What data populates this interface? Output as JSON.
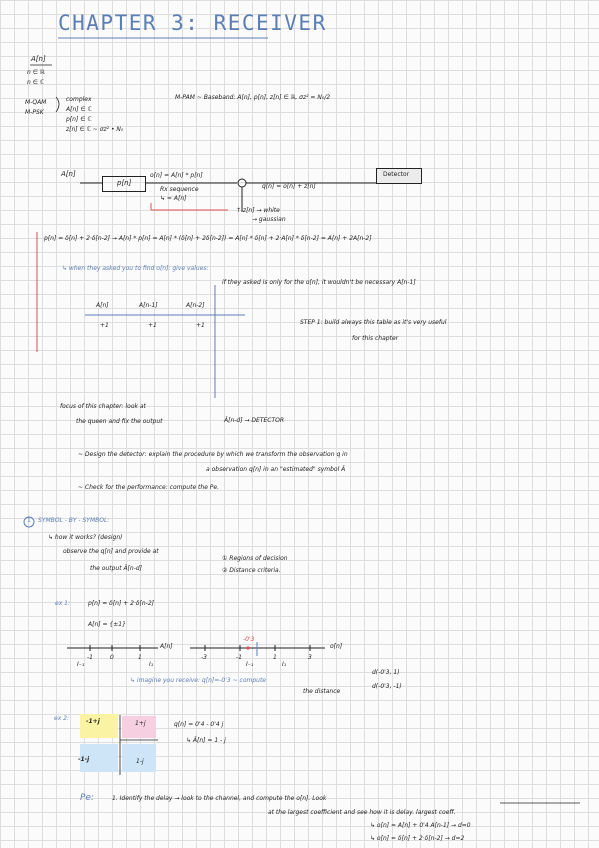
{
  "title": "CHAPTER 3: RECEIVER",
  "symbols": {
    "an": "A[n]",
    "n_r": "n ∈ ℝ",
    "n_c": "n ∈ ℂ",
    "mqam": "M-QAM",
    "mpsk": "M-PSK",
    "complex": "complex",
    "an_c": "A[n] ∈ ℂ",
    "pn_c": "p[n] ∈ ℂ",
    "zn_c": "z[n] ∈ ℂ ~ σz² • N₀",
    "mpam": "M-PAM ~ Baseband: A[n], p[n], z[n] ∈ ℝ, σz² = N₀/2"
  },
  "diagram": {
    "input": "A[n]",
    "block": "p[n]",
    "on_eq": "o[n] = A[n] * p[n]",
    "rx_seq": "Rx sequence",
    "approx": "↳ ≈ A[n]",
    "plus": "+",
    "qn_eq": "q[n] = o[n] + z[n]",
    "detector": "Detector",
    "noise1": "↑ z[n] → white",
    "noise2": "→ gaussian"
  },
  "example_pn": {
    "eq": "p[n] = δ[n] + 2·δ[n-2] → A[n] * p[n] = A[n] * (δ[n] + 2δ[n-2]) = A[n] * δ[n] + 2·A[n] * δ[n-2] = A[n] + 2A[n-2]",
    "note": "↳ when they asked you to find o[n]: give values:",
    "note2": "if they asked is only for the o[n], it wouldn't be necessary A[n-1]",
    "headers": [
      "A[n]",
      "A[n-1]",
      "A[n-2]"
    ],
    "row": [
      "+1",
      "+1",
      "+1"
    ],
    "step1": "STEP 1: build always this table as it's very useful",
    "step1b": "for this chapter"
  },
  "focus": {
    "line1": "focus of this chapter: look at",
    "line2": "the queen and fix the output",
    "arrow": "Â[n-d] → DETECTOR",
    "design": "~ Design the detector: explain the procedure by which we transform the observation q in",
    "design2": "a observation q[n] in an \"estimated\" symbol Â",
    "check": "~ Check for the performance: compute the Pe."
  },
  "section": {
    "number": "1",
    "name": "SYMBOL - BY - SYMBOL:",
    "how": "↳ how it works? (design)",
    "obs1": "observe the q[n] and provide at",
    "obs2": "the output Â[n-d]",
    "reg": "① Regions of decision",
    "dist": "② Distance criteria."
  },
  "ex1": {
    "label": "ex 1:",
    "eq": "p[n] = δ[n] + 2·δ[n-2]",
    "an": "A[n] = {±1}",
    "axis1": [
      "-1",
      "0",
      "1"
    ],
    "axis1_label": "A[n]",
    "i_neg": "I₋₁",
    "i_pos": "I₁",
    "axis2": [
      "-3",
      "-1",
      "1",
      "3"
    ],
    "axis2_label": "o[n]",
    "val": "-0'3",
    "i2a": "I₋₁",
    "i2b": "I₁",
    "imagine": "↳ imagine you receive: q[n]=-0'3 ~ compute",
    "dist_lbl": "the distance",
    "d1": "d(-0'3, 1)",
    "d2": "d(-0'3, -1)"
  },
  "ex2": {
    "label": "ex 2:",
    "pts": [
      "-1+j",
      "1+j",
      "-1-j",
      "1-j"
    ],
    "q": "q[n] = 0'4 - 0'4 j",
    "ahat": "↳ Â[n] = 1 - j"
  },
  "pe": {
    "label": "Pe:",
    "step": "1. Identify the delay → look to the channel, and compute the o[n]. Look",
    "step2": "at the largest coefficient and see  how it is delay. largest coeff.",
    "r1": "↳ o[n] = A[n] + 0'4 A[n-1] → d=0",
    "r2": "↳ o[n] = δ[n] + 2·δ[n-2] → d=2"
  },
  "colors": {
    "blue": "#5b7fb4",
    "red": "#d9534f",
    "yellow": "#fbf3a4",
    "pink": "#f6cfe0",
    "lightblue": "#cde5f6"
  }
}
